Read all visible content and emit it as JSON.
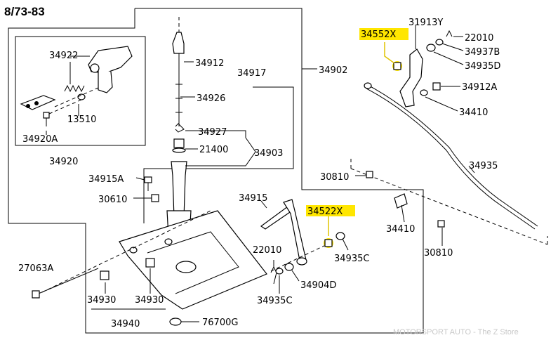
{
  "header": {
    "date_range": "8/73-83"
  },
  "watermark": "MOTORSPORT AUTO - The Z Store",
  "highlight_color": "#ffe600",
  "parts": {
    "p34922": "34922",
    "p34920A": "34920A",
    "p13510": "13510",
    "p34920": "34920",
    "p34912": "34912",
    "p34917": "34917",
    "p34926": "34926",
    "p34927": "34927",
    "p21400": "21400",
    "p34903": "34903",
    "p34902": "34902",
    "p34915A": "34915A",
    "p30610": "30610",
    "p34915": "34915",
    "p27063A": "27063A",
    "p34930a": "34930",
    "p34930b": "34930",
    "p34940": "34940",
    "p76700G": "76700G",
    "p22010b": "22010",
    "p34935C_lower": "34935C",
    "p34904D": "34904D",
    "p34522X": "34522X",
    "p34935C": "34935C",
    "p30810a": "30810",
    "p34410b": "34410",
    "p30810b": "30810",
    "p34935": "34935",
    "p31913Y": "31913Y",
    "p34552X": "34552X",
    "p22010a": "22010",
    "p34937B": "34937B",
    "p34935D": "34935D",
    "p34912A": "34912A",
    "p34410a": "34410"
  }
}
